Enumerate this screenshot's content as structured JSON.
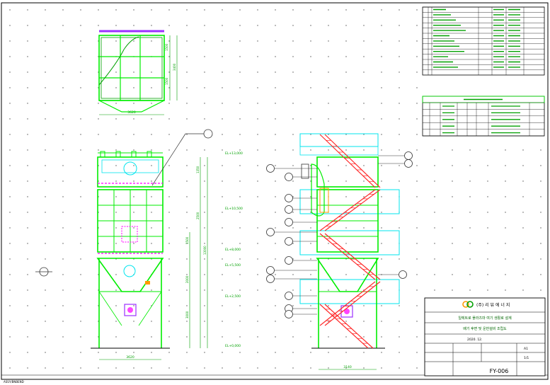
{
  "drawing": {
    "colors": {
      "structure": "#00ee00",
      "structure_dark": "#00a000",
      "platform": "#00e5ee",
      "stair": "#ff2a2a",
      "leader": "#333333",
      "border": "#000000",
      "dots": "#555555",
      "accent": "#ff00ff",
      "hopper_equipment": "#ff44ff",
      "valve": "#9b30ff",
      "hatch": "#ff9900"
    },
    "top_view": {
      "dim_bottom": "3620",
      "dim_right_1": "1500",
      "dim_right_2": "1500",
      "dim_right_total": "3400"
    },
    "front_view": {
      "dim_bottom": "3620",
      "elevations": [
        "EL+13,000",
        "EL+10,500",
        "EL+8,000",
        "EL+5,500",
        "EL+2,500",
        "EL+0,000"
      ],
      "dims_right": [
        "1350",
        "2500",
        "1500",
        "2000",
        "3000",
        "13000"
      ]
    },
    "side_view": {
      "dim_bottom": "3140"
    }
  },
  "title_block": {
    "company": "(주) 리 뷰 에 너 지",
    "project": "일렉트로 플라즈마 여기 생활로 설계",
    "drawing_title": "배기 후면 및 운반설비 조립도",
    "date": "2020. 12.",
    "scale": "A1",
    "sheet": "1/1",
    "drawing_no": "FY-006"
  },
  "footer_label": "ASSY/BNBEND"
}
